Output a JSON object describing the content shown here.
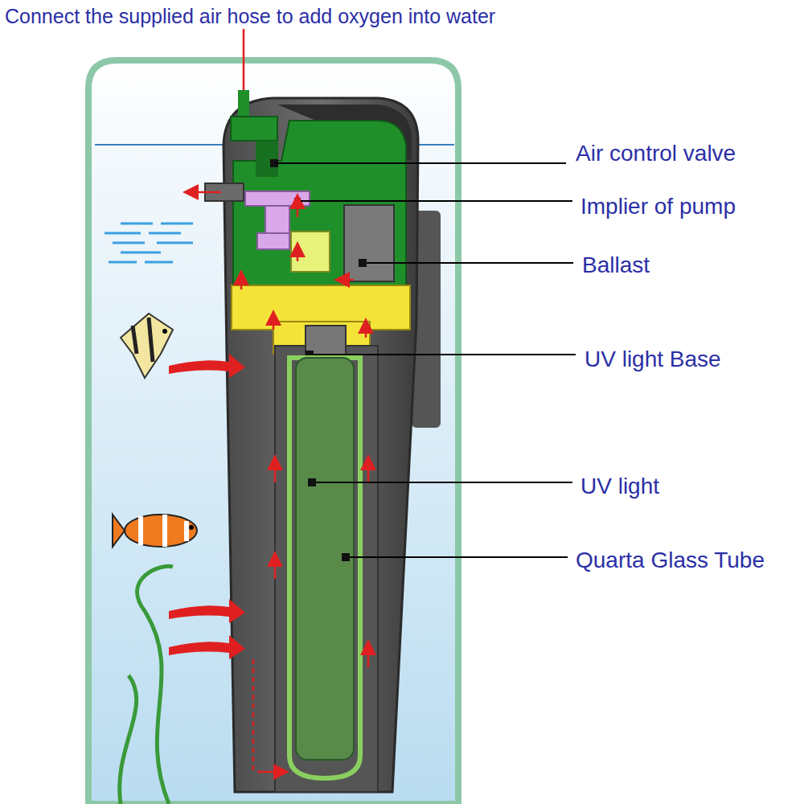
{
  "diagram": {
    "labels": [
      "Connect the supplied air hose to add oxygen into water",
      "Air control valve",
      "Implier of pump",
      "Ballast",
      "UV light Base",
      "UV light",
      "Quarta Glass Tube"
    ]
  }
}
